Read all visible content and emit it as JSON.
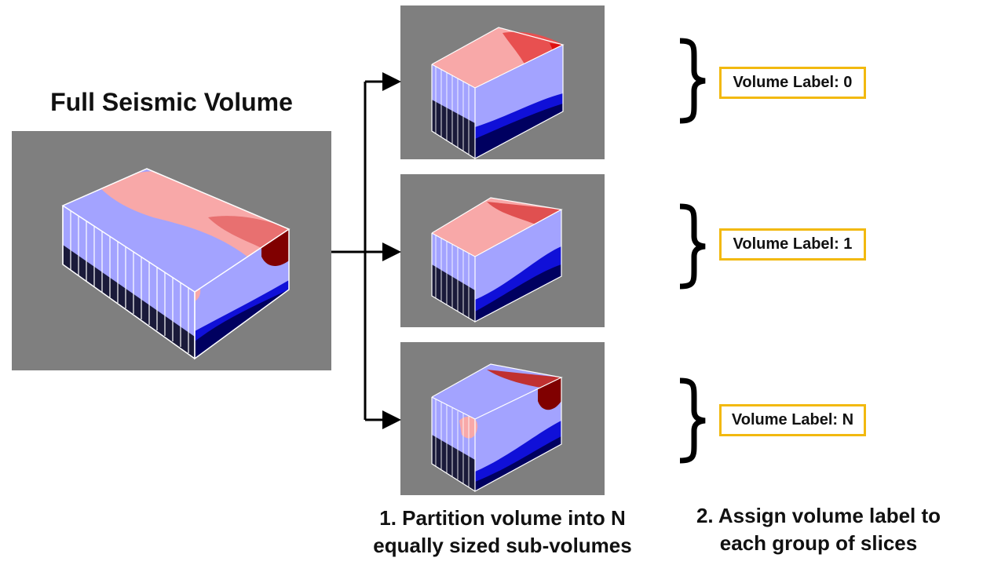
{
  "title": "Full Seismic Volume",
  "labels": [
    "Volume Label: 0",
    "Volume Label: 1",
    "Volume Label: N"
  ],
  "captions": {
    "partition": [
      "1. Partition volume into N",
      "equally sized sub-volumes"
    ],
    "assign": [
      "2. Assign volume label to",
      "each group of slices"
    ]
  },
  "colors": {
    "panel_bg": "#7f7f7f",
    "label_border": "#f2b90f",
    "light_blue": "#a3a3ff",
    "blue": "#1010d8",
    "navy": "#000060",
    "pink": "#f8a8a8",
    "red": "#e01010",
    "dark_red": "#800000"
  },
  "icons": [
    "arrow-right-icon",
    "brace-icon"
  ]
}
